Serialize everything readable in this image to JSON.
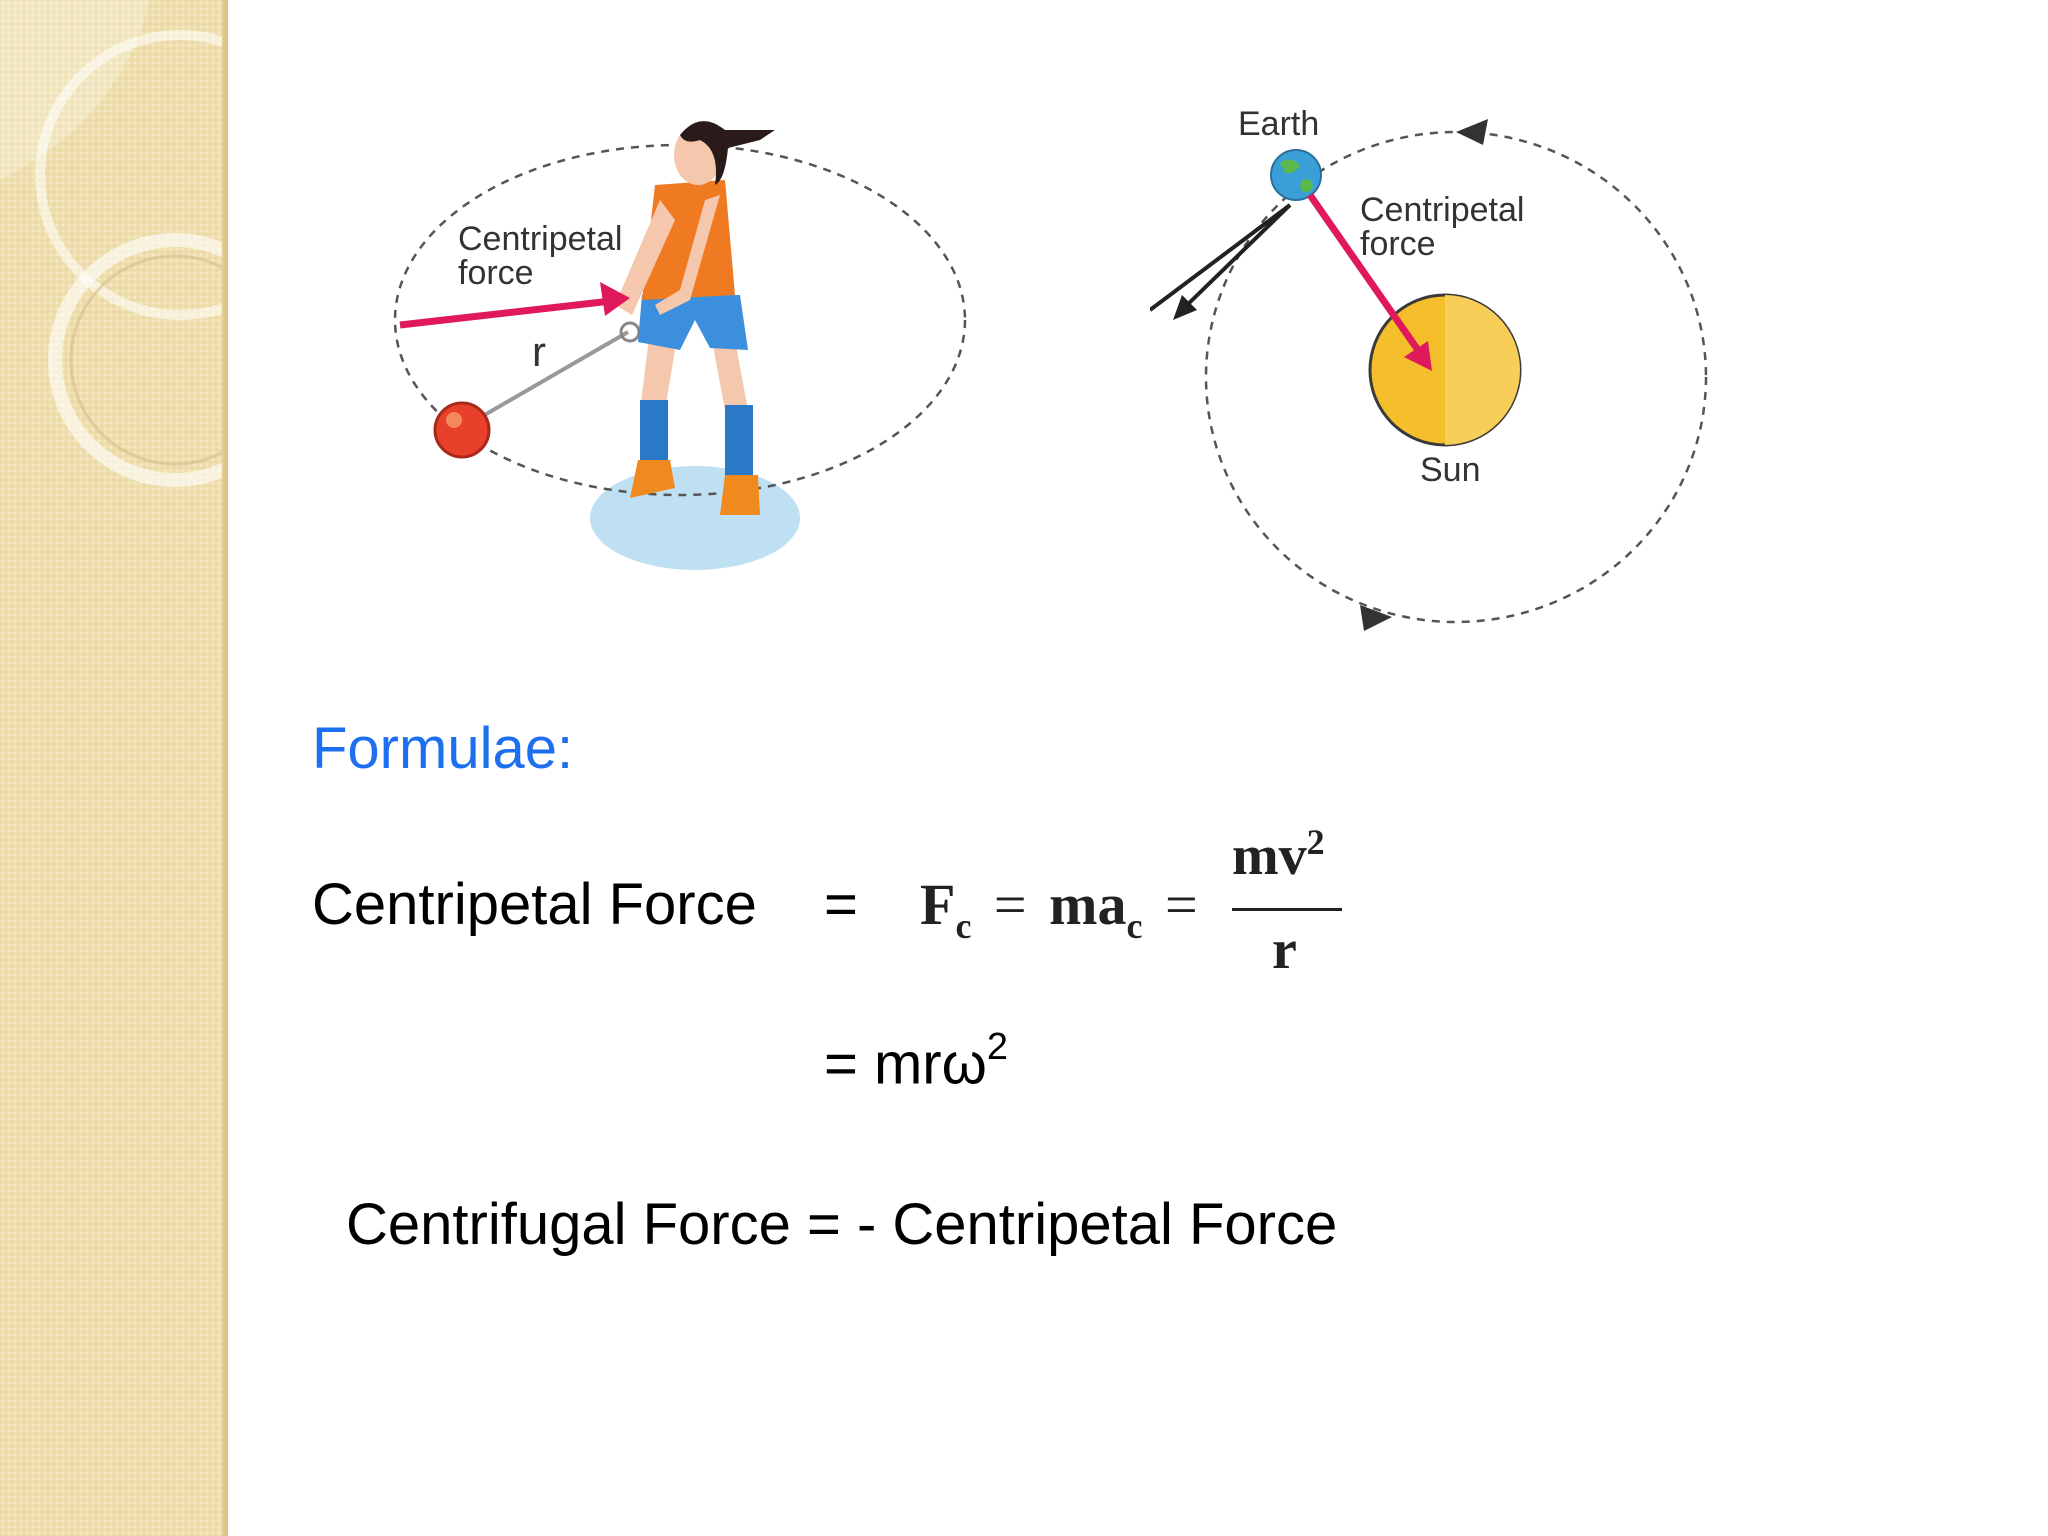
{
  "slide": {
    "left_figure": {
      "force_label": "Centripetal\nforce",
      "radius_label": "r"
    },
    "right_figure": {
      "earth_label": "Earth",
      "force_label": "Centripetal\nforce",
      "sun_label": "Sun"
    },
    "heading": "Formulae:",
    "centripetal_label": "Centripetal Force",
    "equals": "=",
    "formula": {
      "F": "F",
      "F_sub": "c",
      "eq1": "=",
      "ma": "ma",
      "ma_sub": "c",
      "eq2": "=",
      "numerator": "mv",
      "numerator_sup": "2",
      "denominator": "r"
    },
    "omega_line": "= mrω",
    "omega_sup": "2",
    "centrifugal_line": "Centrifugal Force = - Centripetal Force"
  },
  "colors": {
    "heading": "#1e6ff0",
    "arrow": "#e0185c",
    "sun": "#f4bf2a",
    "ball": "#e8402a",
    "sidebar": "#efdfae"
  }
}
